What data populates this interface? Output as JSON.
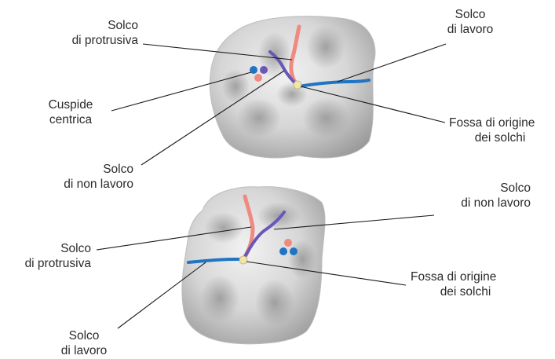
{
  "top_tooth": {
    "labels": {
      "protrusive_groove": [
        "Solco",
        "di protrusiva"
      ],
      "working_groove": [
        "Solco",
        "di lavoro"
      ],
      "centric_cusp": [
        "Cuspide",
        "centrica"
      ],
      "origin_fossa": [
        "Fossa di origine",
        "dei solchi"
      ],
      "nonworking_groove": [
        "Solco",
        "di non lavoro"
      ]
    }
  },
  "bottom_tooth": {
    "labels": {
      "nonworking_groove": [
        "Solco",
        "di non lavoro"
      ],
      "protrusive_groove": [
        "Solco",
        "di protrusiva"
      ],
      "origin_fossa": [
        "Fossa di origine",
        "dei solchi"
      ],
      "working_groove": [
        "Solco",
        "di lavoro"
      ]
    }
  },
  "colors": {
    "protrusive": "#ef8a80",
    "working": "#1f74c4",
    "nonworking": "#6a57b8",
    "fossa": "#f0e6a8",
    "leader": "#1a1a1a",
    "text": "#2b2b2b"
  }
}
